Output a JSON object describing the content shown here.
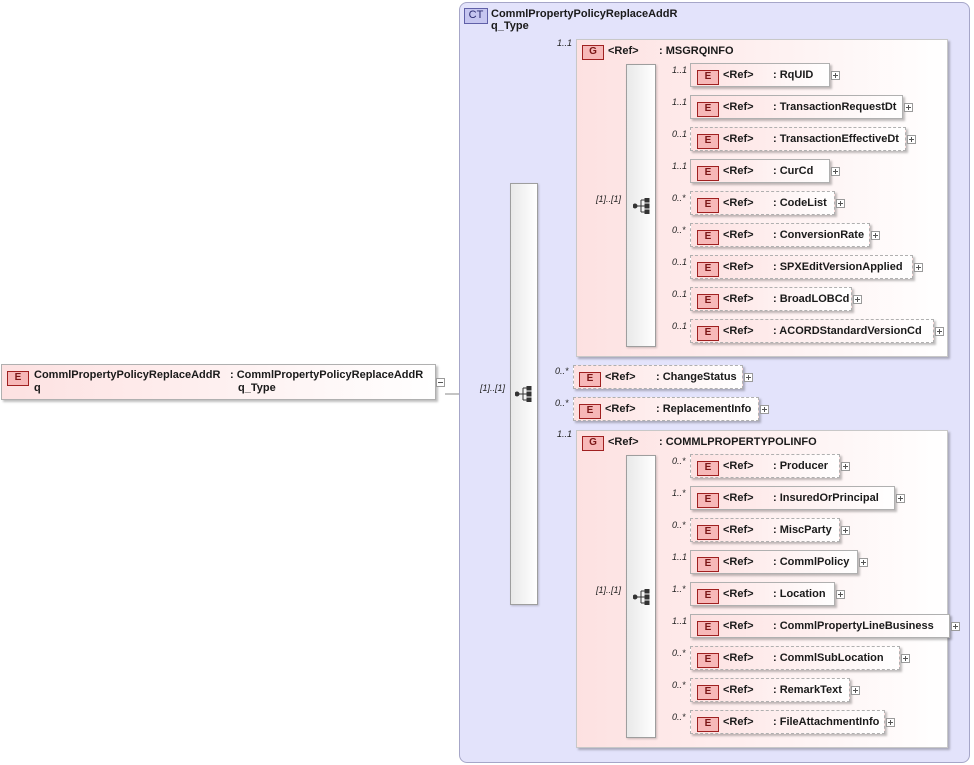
{
  "root": {
    "badge": "E",
    "name_line1": "CommlPropertyPolicyReplaceAddR",
    "name_line2": "q",
    "type_line1": ": CommlPropertyPolicyReplaceAddR",
    "type_line2": "q_Type"
  },
  "complex_type": {
    "badge": "CT",
    "name_line1": "CommlPropertyPolicyReplaceAddR",
    "name_line2": "q_Type"
  },
  "top_sequence_card": "[1]..[1]",
  "groups": [
    {
      "badge": "G",
      "ref": "<Ref>",
      "name": ": MSGRQINFO",
      "card": "1..1",
      "seq_card": "[1]..[1]",
      "items": [
        {
          "card": "1..1",
          "name": ": RqUID",
          "optional": false
        },
        {
          "card": "1..1",
          "name": ": TransactionRequestDt",
          "optional": false
        },
        {
          "card": "0..1",
          "name": ": TransactionEffectiveDt",
          "optional": true
        },
        {
          "card": "1..1",
          "name": ": CurCd",
          "optional": false
        },
        {
          "card": "0..*",
          "name": ": CodeList",
          "optional": true
        },
        {
          "card": "0..*",
          "name": ": ConversionRate",
          "optional": true
        },
        {
          "card": "0..1",
          "name": ": SPXEditVersionApplied",
          "optional": true
        },
        {
          "card": "0..1",
          "name": ": BroadLOBCd",
          "optional": true
        },
        {
          "card": "0..1",
          "name": ": ACORDStandardVersionCd",
          "optional": true
        }
      ]
    },
    {
      "badge": "G",
      "ref": "<Ref>",
      "name": ": COMMLPROPERTYPOLINFO",
      "card": "1..1",
      "seq_card": "[1]..[1]",
      "items": [
        {
          "card": "0..*",
          "name": ": Producer",
          "optional": true
        },
        {
          "card": "1..*",
          "name": ": InsuredOrPrincipal",
          "optional": false
        },
        {
          "card": "0..*",
          "name": ": MiscParty",
          "optional": true
        },
        {
          "card": "1..1",
          "name": ": CommlPolicy",
          "optional": false
        },
        {
          "card": "1..*",
          "name": ": Location",
          "optional": false
        },
        {
          "card": "1..1",
          "name": ": CommlPropertyLineBusiness",
          "optional": false
        },
        {
          "card": "0..*",
          "name": ": CommlSubLocation",
          "optional": true
        },
        {
          "card": "0..*",
          "name": ": RemarkText",
          "optional": true
        },
        {
          "card": "0..*",
          "name": ": FileAttachmentInfo",
          "optional": true
        }
      ]
    }
  ],
  "middle_elements": [
    {
      "card": "0..*",
      "ref": "<Ref>",
      "name": ": ChangeStatus",
      "optional": true
    },
    {
      "card": "0..*",
      "ref": "<Ref>",
      "name": ": ReplacementInfo",
      "optional": true
    }
  ],
  "element_badge": "E",
  "ref_label": "<Ref>"
}
